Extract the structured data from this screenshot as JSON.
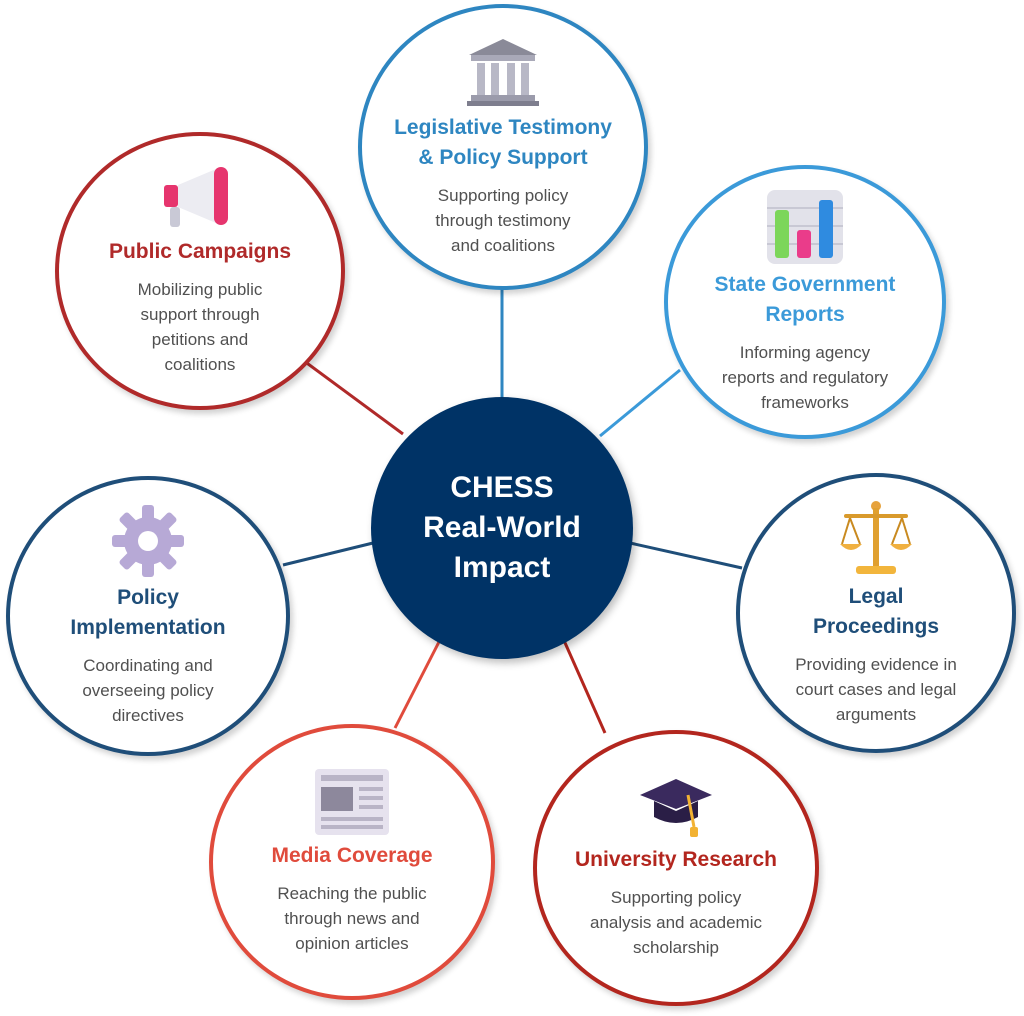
{
  "center": {
    "label": "CHESS\nReal-World\nImpact",
    "color": "#003366"
  },
  "nodes": [
    {
      "id": "legislative",
      "title": "Legislative Testimony\n& Policy Support",
      "description": "Supporting policy\nthrough testimony\nand coalitions",
      "color": "#2e86c1",
      "icon": "capitol-building-icon"
    },
    {
      "id": "state-reports",
      "title": "State Government\nReports",
      "description": "Informing agency\nreports and regulatory\nframeworks",
      "color": "#3b9ad9",
      "icon": "bar-chart-icon"
    },
    {
      "id": "legal",
      "title": "Legal\nProceedings",
      "description": "Providing evidence in\ncourt cases and legal\narguments",
      "color": "#1f4e79",
      "icon": "scales-of-justice-icon"
    },
    {
      "id": "university",
      "title": "University Research",
      "description": "Supporting policy\nanalysis and academic\nscholarship",
      "color": "#b3261e",
      "icon": "graduation-cap-icon"
    },
    {
      "id": "media",
      "title": "Media Coverage",
      "description": "Reaching the public\nthrough news and\nopinion articles",
      "color": "#e04b3c",
      "icon": "newspaper-icon"
    },
    {
      "id": "implementation",
      "title": "Policy\nImplementation",
      "description": "Coordinating and\noverseeing policy\ndirectives",
      "color": "#1f4e79",
      "icon": "gear-icon"
    },
    {
      "id": "campaigns",
      "title": "Public Campaigns",
      "description": "Mobilizing public\nsupport through\npetitions and\ncoalitions",
      "color": "#b02a2a",
      "icon": "megaphone-icon"
    }
  ]
}
